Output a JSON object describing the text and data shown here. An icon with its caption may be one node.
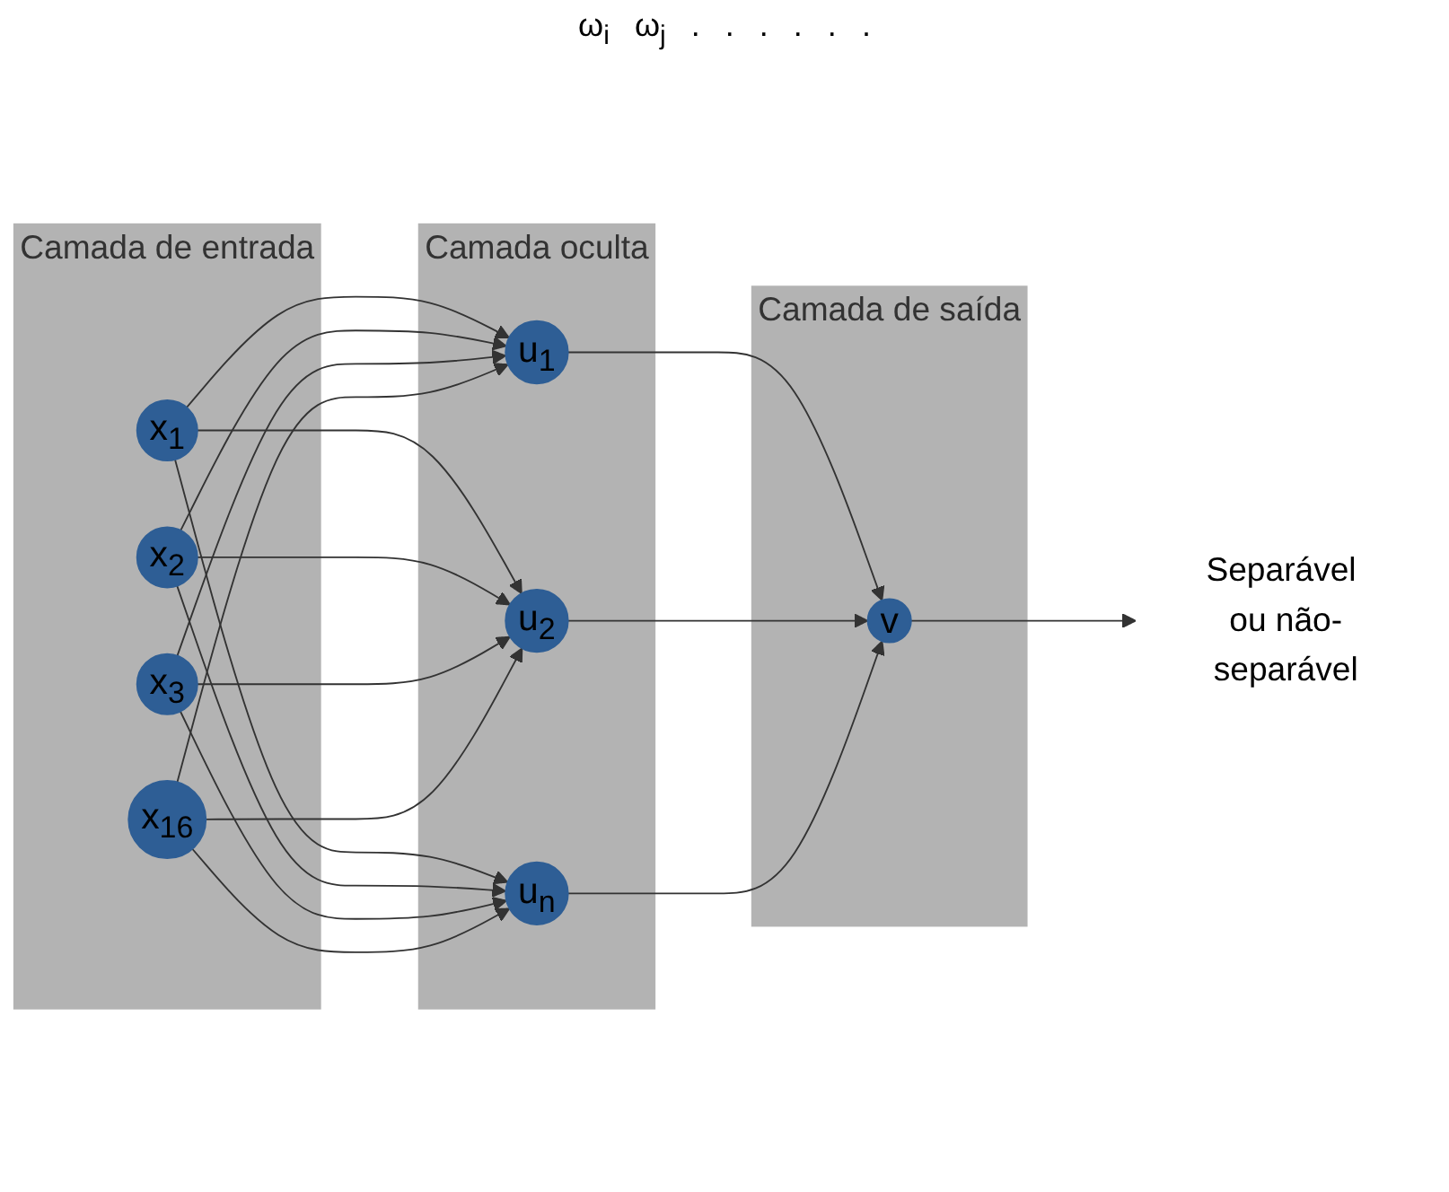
{
  "diagram": {
    "nodes": [
      {
        "text": [
          "Camada de entrada"
        ]
      },
      {
        "text": [
          "x$_{1}$"
        ],
        "in": 0
      },
      {
        "text": [
          "x$_{2}$"
        ],
        "in": 0
      },
      {
        "text": [
          "x$_{3}$"
        ],
        "in": 0
      },
      {
        "text": [
          "x$_{16}$"
        ],
        "in": 0
      },
      {
        "text": [
          "Camada oculta"
        ]
      },
      {
        "text": [
          "u$_{1}$"
        ],
        "in": 5
      },
      {
        "text": [
          "u$_{2}$"
        ],
        "in": 5
      },
      {
        "text": [
          "u$_{n}$"
        ],
        "in": 5
      },
      {
        "text": [
          "Camada de saída"
        ]
      },
      {
        "text": [
          "v"
        ],
        "in": 9
      },
      {
        "text": [
          "Separável ou não-separável"
        ]
      }
    ],
    "edges": [
      {
        "from": 1,
        "to": 6,
        "arrow": "to"
      },
      {
        "from": 1,
        "to": 7,
        "arrow": "to"
      },
      {
        "from": 1,
        "to": 8,
        "arrow": "to"
      },
      {
        "from": 2,
        "to": 6,
        "arrow": "to"
      },
      {
        "from": 2,
        "to": 7,
        "arrow": "to"
      },
      {
        "from": 2,
        "to": 8,
        "arrow": "to"
      },
      {
        "from": 3,
        "to": 6,
        "arrow": "to"
      },
      {
        "from": 3,
        "to": 7,
        "arrow": "to"
      },
      {
        "from": 3,
        "to": 8,
        "arrow": "to"
      },
      {
        "from": 4,
        "to": 6,
        "arrow": "to"
      },
      {
        "from": 4,
        "to": 7,
        "arrow": "to"
      },
      {
        "from": 4,
        "to": 8,
        "arrow": "to"
      },
      {
        "from": 6,
        "to": 10,
        "arrow": "to"
      },
      {
        "from": 7,
        "to": 10,
        "arrow": "to"
      },
      {
        "from": 8,
        "to": 10,
        "arrow": "to"
      },
      {
        "from": 10,
        "to": 11,
        "arrow": "to"
      }
    ],
    "labels": [
      "ω$_{i}$",
      "ω$_{j}$",
      ".",
      ".",
      ".",
      ".",
      ".",
      "."
    ]
  }
}
